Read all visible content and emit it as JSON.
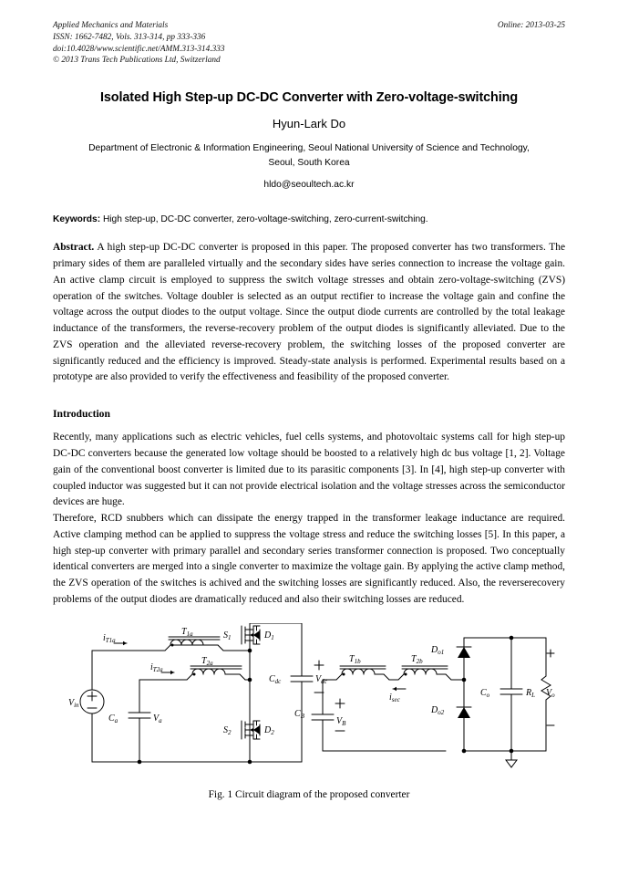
{
  "journal_header": {
    "line1": "Applied Mechanics and Materials",
    "line2": "ISSN: 1662-7482, Vols. 313-314, pp 333-336",
    "line3": "doi:10.4028/www.scientific.net/AMM.313-314.333",
    "line4": "© 2013 Trans Tech Publications Ltd, Switzerland",
    "online": "Online: 2013-03-25"
  },
  "title": "Isolated High Step-up DC-DC Converter with Zero-voltage-switching",
  "author": "Hyun-Lark Do",
  "affiliation": "Department of Electronic & Information Engineering, Seoul National University of Science and Technology, Seoul, South Korea",
  "email": "hldo@seoultech.ac.kr",
  "keywords": {
    "label": "Keywords:",
    "text": "High step-up, DC-DC converter, zero-voltage-switching, zero-current-switching."
  },
  "abstract": {
    "label": "Abstract.",
    "text": "A high step-up DC-DC converter is proposed in this paper. The proposed converter has two transformers. The primary sides of them are paralleled virtually and the secondary sides have series connection to increase the voltage gain. An active clamp circuit is employed to suppress the switch voltage stresses and obtain zero-voltage-switching (ZVS) operation of the switches. Voltage doubler is selected as an output rectifier to increase the voltage gain and confine the voltage across the output diodes to the output voltage. Since the output diode currents are controlled by the total leakage inductance of the transformers, the reverse-recovery problem of the output diodes is significantly alleviated. Due to the ZVS operation and the alleviated reverse-recovery problem, the switching losses of the proposed converter are significantly reduced and the efficiency is improved. Steady-state analysis is performed. Experimental results based on a prototype are also provided to verify the effectiveness and feasibility of the proposed converter."
  },
  "introduction": {
    "heading": "Introduction",
    "paragraph1": "Recently, many applications such as electric vehicles, fuel cells systems, and photovoltaic systems call for high step-up DC-DC converters because the generated low voltage should be boosted to a relatively high dc bus voltage [1, 2]. Voltage gain of the conventional boost converter is limited due to its parasitic components [3]. In [4], high step-up converter with coupled inductor was suggested but it can not provide electrical isolation and the voltage stresses across the semiconductor devices are huge.",
    "paragraph2": "Therefore, RCD snubbers which can dissipate the energy trapped in the transformer leakage inductance are required. Active clamping method can be applied to suppress the voltage stress and reduce the switching losses [5]. In this paper, a high step-up converter with primary parallel and secondary series transformer connection is proposed. Two conceptually identical converters are merged into a single converter to maximize the voltage gain. By applying the active clamp method, the ZVS operation of the switches is achived and the switching losses are significantly reduced. Also, the reverserecovery problems of the output diodes are dramatically reduced and also their switching losses are reduced."
  },
  "figure": {
    "caption": "Fig. 1 Circuit diagram of the proposed converter",
    "labels": {
      "vin": "V",
      "vin_sub": "in",
      "i_t1a": "i",
      "i_t1a_sub": "T1a",
      "i_t2a": "i",
      "i_t2a_sub": "T2a",
      "t1a": "T",
      "t1a_sub": "1a",
      "t2a": "T",
      "t2a_sub": "2a",
      "ca": "C",
      "ca_sub": "a",
      "va": "V",
      "va_sub": "a",
      "s1": "S",
      "s1_sub": "1",
      "s2": "S",
      "s2_sub": "2",
      "d1": "D",
      "d1_sub": "1",
      "d2": "D",
      "d2_sub": "2",
      "cdc": "C",
      "cdc_sub": "dc",
      "vdc": "V",
      "vdc_sub": "dc",
      "t1b": "T",
      "t1b_sub": "1b",
      "t2b": "T",
      "t2b_sub": "2b",
      "isec": "i",
      "isec_sub": "sec",
      "cb": "C",
      "cb_sub": "B",
      "vb": "V",
      "vb_sub": "B",
      "do1": "D",
      "do1_sub": "o1",
      "do2": "D",
      "do2_sub": "o2",
      "co": "C",
      "co_sub": "o",
      "rl": "R",
      "rl_sub": "L",
      "vo": "V",
      "vo_sub": "o",
      "plus": "+",
      "minus": "−"
    }
  }
}
